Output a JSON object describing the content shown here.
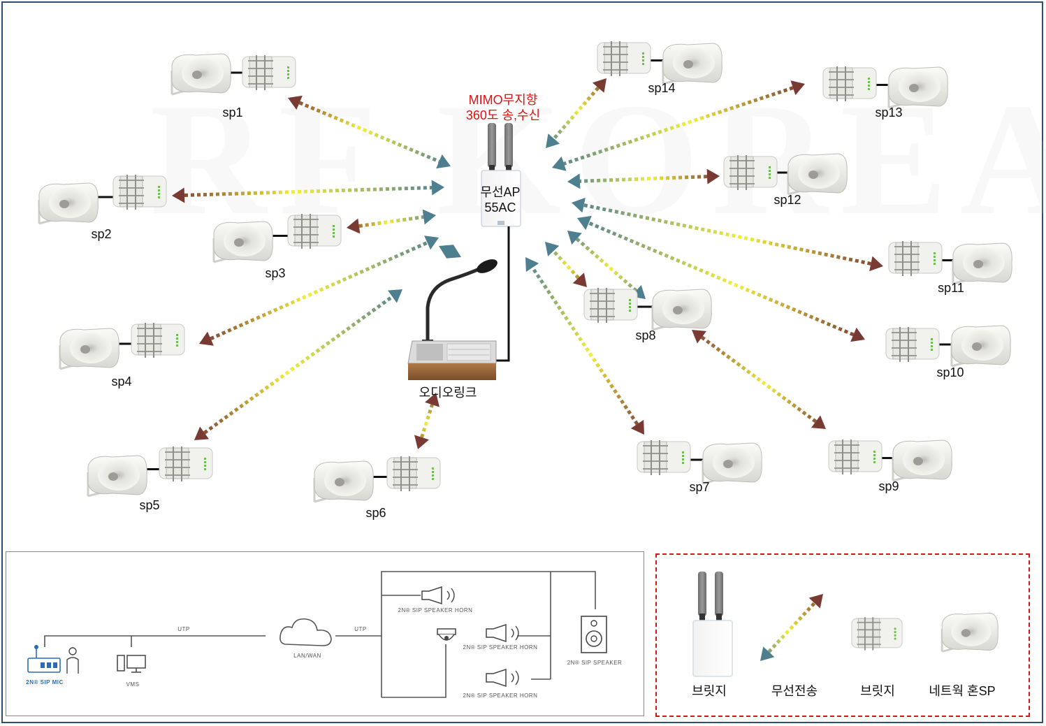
{
  "watermark": "RF KOREA",
  "access_point": {
    "note_line1": "MIMO무지향",
    "note_line2": "360도 송,수신",
    "label_line1": "무선AP",
    "label_line2": "55AC"
  },
  "console_label": "오디오링크",
  "speakers": [
    "sp1",
    "sp2",
    "sp3",
    "sp4",
    "sp5",
    "sp6",
    "sp7",
    "sp8",
    "sp9",
    "sp10",
    "sp11",
    "sp12",
    "sp13",
    "sp14"
  ],
  "network_diagram": {
    "sip_mic": "2N® SIP MIC",
    "vms": "VMS",
    "utp_1": "UTP",
    "utp_2": "UTP",
    "lan_wan": "LAN/WAN",
    "horn_1": "2N® SIP SPEAKER HORN",
    "horn_2": "2N® SIP SPEAKER HORN",
    "horn_3": "2N® SIP SPEAKER HORN",
    "speaker": "2N® SIP SPEAKER"
  },
  "legend": {
    "bridge_ap": "브릿지",
    "wireless": "무선전송",
    "bridge": "브릿지",
    "horn_sp": "네트웍 혼SP"
  },
  "colors": {
    "note_red": "#e01010",
    "frame_blue": "#2f4e74",
    "arrow_teal": "#4e7f8f",
    "arrow_brown": "#7a3a34",
    "arrow_yellow": "#f2ee3a",
    "legend_border": "#d01818"
  }
}
